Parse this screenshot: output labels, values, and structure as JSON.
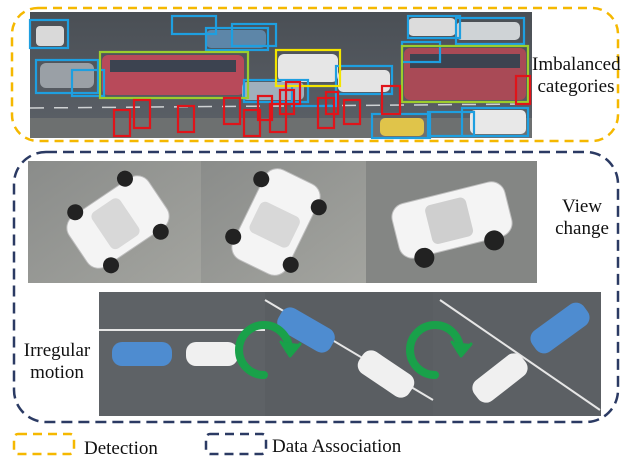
{
  "colors": {
    "detection": "#f5b800",
    "association": "#2b3a63",
    "box_car": "#1e9fe0",
    "box_person": "#e0141a",
    "box_bus": "#9ccd2c",
    "box_van": "#f3e400",
    "rotate_arrow": "#19a14a"
  },
  "labels": {
    "imbalanced": "Imbalanced categories",
    "view_change": "View change",
    "irregular_motion": "Irregular motion"
  },
  "legend": {
    "detection": "Detection",
    "association": "Data Association"
  },
  "icons": [
    "rotate-clockwise-icon",
    "rotate-clockwise-icon"
  ]
}
